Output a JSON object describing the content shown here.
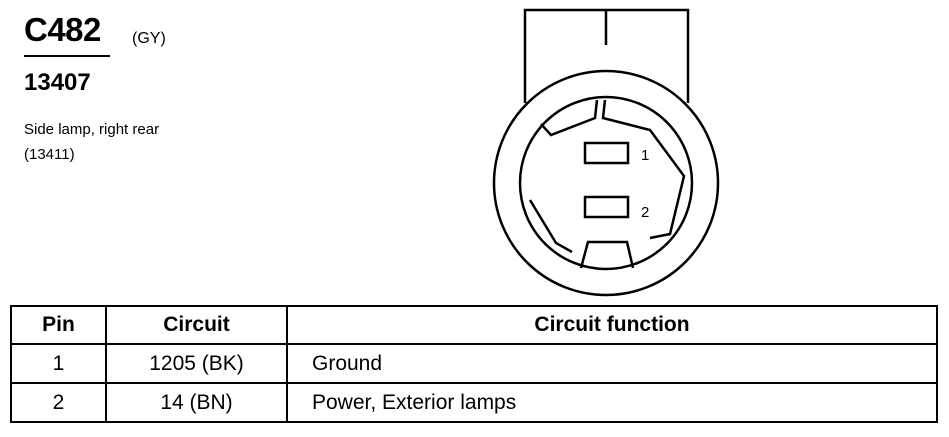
{
  "header": {
    "connector_id": "C482",
    "color_code": "(GY)",
    "part_number": "13407",
    "description_line1": "Side lamp, right rear",
    "description_line2": "(13411)"
  },
  "diagram": {
    "pin_labels": [
      "1",
      "2"
    ]
  },
  "table": {
    "headers": [
      "Pin",
      "Circuit",
      "Circuit function"
    ],
    "rows": [
      [
        "1",
        "1205 (BK)",
        "Ground"
      ],
      [
        "2",
        "14 (BN)",
        "Power, Exterior lamps"
      ]
    ]
  }
}
